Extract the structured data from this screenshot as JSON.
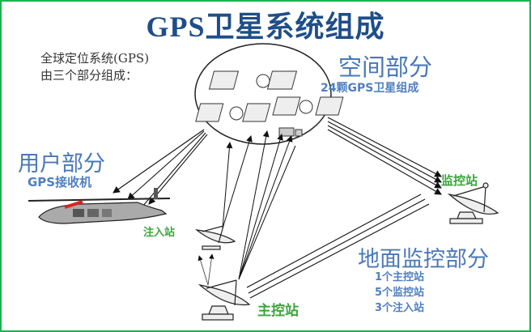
{
  "title": "GPS卫星系统组成",
  "intro": {
    "line1": "全球定位系统(GPS)",
    "line2": "由三个部分组成："
  },
  "space_segment": {
    "title": "空间部分",
    "subtitle": "24颗GPS卫星组成"
  },
  "user_segment": {
    "title": "用户部分",
    "subtitle": "GPS接收机"
  },
  "ground_segment": {
    "title": "地面监控部分",
    "items": [
      "1个主控站",
      "5个监控站",
      "3个注入站"
    ]
  },
  "stations": {
    "monitor": "监控站",
    "injection": "注入站",
    "master": "主控站"
  },
  "colors": {
    "title": "#1f4e89",
    "section": "#4a78b8",
    "station_label": "#3aa63a",
    "frame": "#1db34f"
  }
}
